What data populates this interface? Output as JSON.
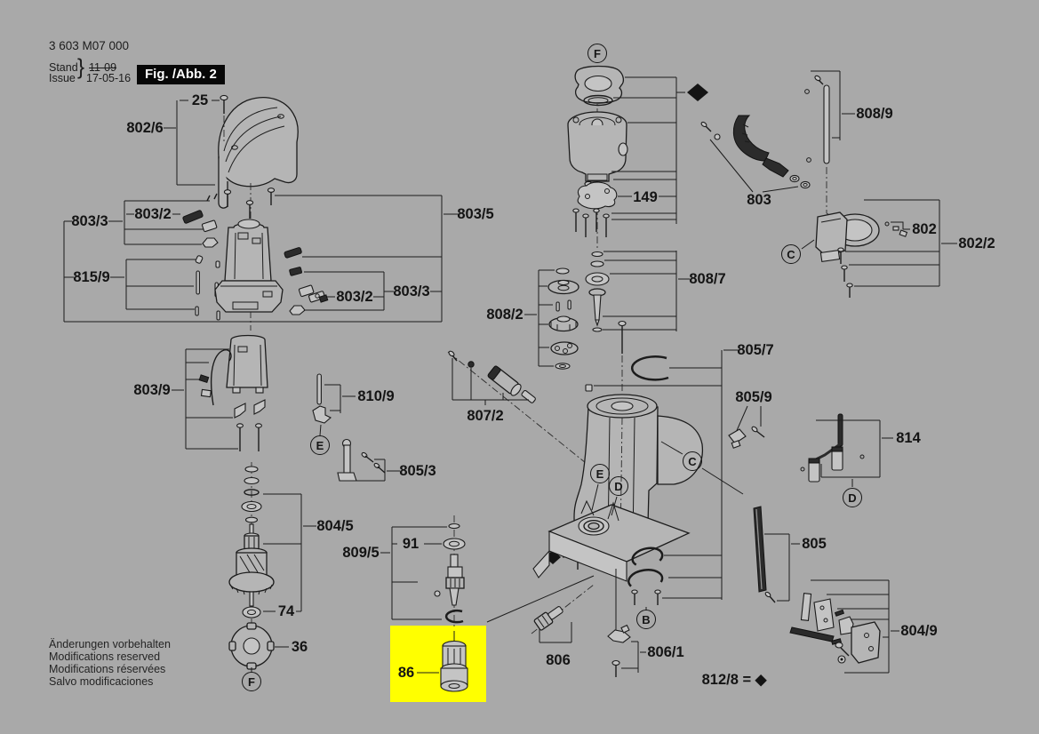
{
  "colors": {
    "background": "#a9a9a9",
    "line": "#1c1c1c",
    "highlight": "#ffff00",
    "fig_box_bg": "#070707",
    "fig_box_text": "#ffffff"
  },
  "header": {
    "part_number": "3 603 M07 000",
    "stand_label": "Stand",
    "issue_label": "Issue",
    "brace": "}",
    "stand_value": "11-09",
    "issue_value": "17-05-16",
    "fig_label": "Fig. /Abb. 2"
  },
  "footer": {
    "line1": "Änderungen vorbehalten",
    "line2": "Modifications reserved",
    "line3": "Modifications réservées",
    "line4": "Salvo modificaciones"
  },
  "labels": {
    "l25": "25",
    "l802_6": "802/6",
    "l803_2a": "803/2",
    "l803_3a": "803/3",
    "l803_5": "803/5",
    "l815_9": "815/9",
    "l803_2b": "803/2",
    "l803_3b": "803/3",
    "l803_9": "803/9",
    "l810_9": "810/9",
    "l805_3": "805/3",
    "l804_5": "804/5",
    "l74": "74",
    "l36": "36",
    "l86": "86",
    "l809_5": "809/5",
    "l91": "91",
    "l806": "806",
    "l806_1": "806/1",
    "l812_8": "812/8 = ◆",
    "l149": "149",
    "l808_2": "808/2",
    "l807_2": "807/2",
    "l808_7": "808/7",
    "l805_7": "805/7",
    "l805_9": "805/9",
    "l808_9": "808/9",
    "l803": "803",
    "l802": "802",
    "l802_2": "802/2",
    "l814": "814",
    "l805": "805",
    "l804_9": "804/9"
  },
  "markers": {
    "f": "F",
    "e": "E",
    "d": "D",
    "c": "C",
    "b": "B"
  },
  "highlight": {
    "selected_part": "86"
  }
}
